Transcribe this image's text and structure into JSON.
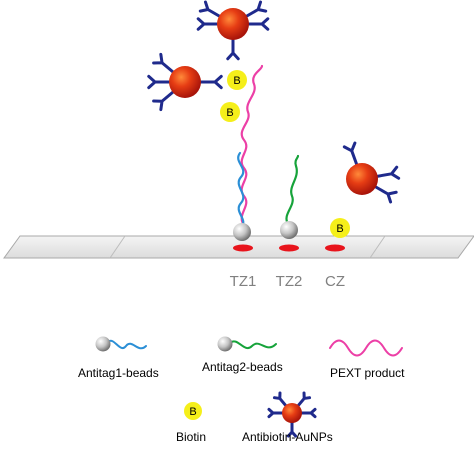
{
  "zones": [
    {
      "label": "TZ1"
    },
    {
      "label": "TZ2"
    },
    {
      "label": "CZ"
    }
  ],
  "biotin_symbol": "B",
  "legend": {
    "antitag1_beads": "Antitag1-beads",
    "antitag2_beads": "Antitag2-beads",
    "pext_product": "PEXT product",
    "biotin": "Biotin",
    "antibiotin_aunps": "Antibiotin-AuNPs"
  },
  "colors": {
    "aunp": "#d42a10",
    "antibody": "#1f2a8c",
    "biotin": "#f5ef1a",
    "pext_strand": "#ec3fa6",
    "antitag1_strand": "#2b8fd6",
    "antitag2_strand": "#16a33a",
    "bead": "#b8b8b8",
    "test_spot": "#e8141c",
    "strip": "#ececec"
  }
}
